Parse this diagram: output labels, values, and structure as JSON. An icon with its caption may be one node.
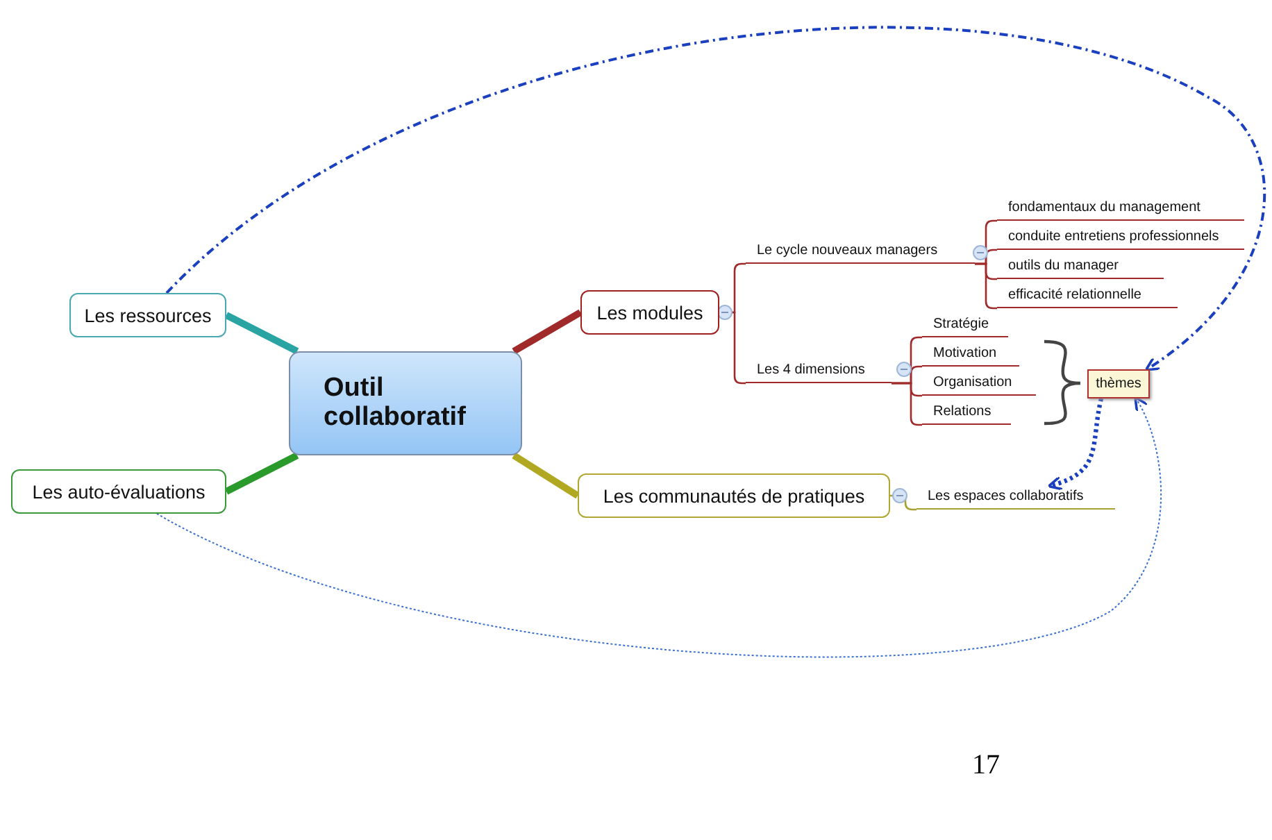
{
  "diagram": {
    "nodes": [
      {
        "text": [
          "Outil collaboratif"
        ]
      },
      {
        "text": [
          "Les ressources"
        ]
      },
      {
        "text": [
          "Les auto-évaluations"
        ]
      },
      {
        "text": [
          "Les modules"
        ]
      },
      {
        "text": [
          "Les communautés de pratiques"
        ]
      },
      {
        "text": [
          "Le cycle nouveaux managers"
        ]
      },
      {
        "text": [
          "fondamentaux du management"
        ]
      },
      {
        "text": [
          "conduite entretiens professionnels"
        ]
      },
      {
        "text": [
          "outils du manager"
        ]
      },
      {
        "text": [
          "efficacité relationnelle"
        ]
      },
      {
        "text": [
          "Les 4 dimensions"
        ]
      },
      {
        "text": [
          "Stratégie"
        ]
      },
      {
        "text": [
          "Motivation"
        ]
      },
      {
        "text": [
          "Organisation"
        ]
      },
      {
        "text": [
          "Relations"
        ]
      },
      {
        "text": [
          "Les espaces collaboratifs"
        ]
      },
      {
        "text": [
          "thèmes"
        ]
      }
    ],
    "edges": [
      {
        "from": 0,
        "to": 1,
        "arrow": "none",
        "style": "thick",
        "color": "#2aa3a3"
      },
      {
        "from": 0,
        "to": 2,
        "arrow": "none",
        "style": "thick",
        "color": "#2a9a2a"
      },
      {
        "from": 0,
        "to": 3,
        "arrow": "none",
        "style": "thick"
      },
      {
        "from": 0,
        "to": 4,
        "arrow": "none",
        "style": "thick",
        "color": "#b0a820"
      },
      {
        "from": 3,
        "to": 5,
        "arrow": "none"
      },
      {
        "from": 5,
        "to": 6,
        "arrow": "none"
      },
      {
        "from": 5,
        "to": 7,
        "arrow": "none"
      },
      {
        "from": 5,
        "to": 8,
        "arrow": "none"
      },
      {
        "from": 5,
        "to": 9,
        "arrow": "none"
      },
      {
        "from": 3,
        "to": 10,
        "arrow": "none"
      },
      {
        "from": 10,
        "to": 11,
        "arrow": "none"
      },
      {
        "from": 10,
        "to": 12,
        "arrow": "none"
      },
      {
        "from": 10,
        "to": 13,
        "arrow": "none"
      },
      {
        "from": 10,
        "to": 14,
        "arrow": "none"
      },
      {
        "from": 4,
        "to": 15,
        "arrow": "none",
        "color": "#a8a030"
      },
      {
        "from": 1,
        "to": 16,
        "arrow": "to",
        "style": "dashed",
        "color": "#1a3fbf"
      },
      {
        "from": 16,
        "to": 15,
        "arrow": "to",
        "style": "dashed",
        "color": "#1a3fbf"
      },
      {
        "from": 2,
        "to": 16,
        "arrow": "to",
        "style": "dashed",
        "color": "#3a70d0"
      }
    ],
    "labels": [
      "17"
    ]
  }
}
